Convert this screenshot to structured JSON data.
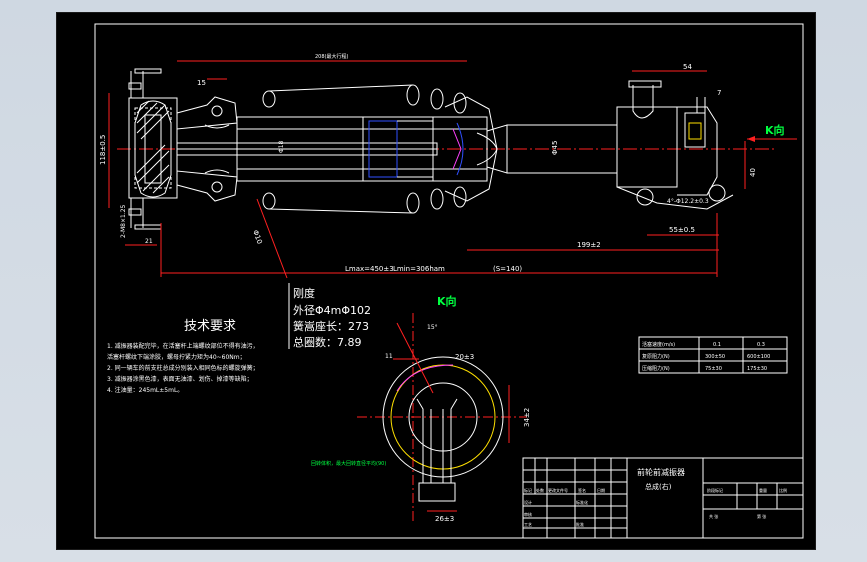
{
  "drawing": {
    "dims": {
      "top_len": "208(最大行程)",
      "dim_15": "15",
      "dim_54": "54",
      "dim_7": "7",
      "dim_118": "118±0.5",
      "dim_2m8": "2-M8×1.25",
      "dim_21": "21",
      "dim_phi18": "Φ18",
      "dim_phi45": "Φ45",
      "dim_40": "40",
      "dim_phi10": "Φ10",
      "dim_holes": "4°-Φ12.2±0.3",
      "dim_55": "55±0.5",
      "dim_199": "199±2",
      "lmax": "Lmax=450±3",
      "lmin": "Lmin=306ham",
      "s_stroke": "(S=140)"
    },
    "k_label": "K向",
    "k_view_title": "K向",
    "spring_params": {
      "line1": "刚度",
      "line2": "外径Φ4mΦ102",
      "line3": "簧嵩座长：273",
      "line4": "总圈数：7.89"
    },
    "tech": {
      "title": "技术要求",
      "lines": [
        "1. 减振器装配完毕，在活塞杆上端螺纹部位不得有油污，",
        "活塞杆螺纹下端涂胶，螺母拧紧力矩为40~60Nm；",
        "2. 同一辆车的前支柱总成分别装入相同色标的螺旋弹簧；",
        "3. 减振器涂黑色漆，表面无油漆、划伤、掉漆等缺陷；",
        "4. 注油量：245mL±5mL。"
      ]
    },
    "kview_dims": {
      "angle": "15°",
      "dim_20": "20±3",
      "dim_34": "34±2",
      "dim_26": "26±3",
      "dim_11": "11",
      "note": "回转体积，最大回转直径平均(90)"
    },
    "table": {
      "rows": [
        [
          "活塞速度(m/s)",
          "0.1",
          "0.3"
        ],
        [
          "复原阻力(N)",
          "300±50",
          "600±100"
        ],
        [
          "压缩阻力(N)",
          "75±30",
          "175±30"
        ]
      ]
    },
    "title_block": {
      "name_line1": "前轮前减振器",
      "name_line2": "总成(右)",
      "cells": [
        "标记",
        "处数",
        "更改文件号",
        "签名",
        "日期",
        "设计",
        "标准化",
        "审核",
        "工艺",
        "批准"
      ],
      "right_cells": [
        "阶段标记",
        "重量",
        "比例"
      ],
      "sheet_cells": [
        "共 张",
        "第 张"
      ]
    }
  }
}
